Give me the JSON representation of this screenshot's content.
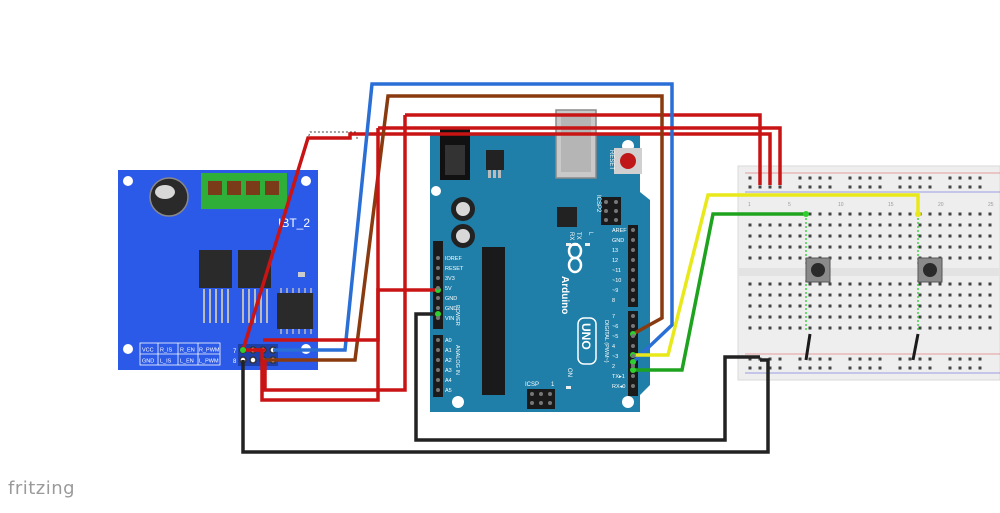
{
  "brand": {
    "name": "fritzing"
  },
  "driver": {
    "label": "IBT_2",
    "pin_labels_top": [
      "VCC",
      "R_IS",
      "R_EN",
      "R_PWM"
    ],
    "pin_labels_bottom": [
      "GND",
      "L_IS",
      "L_EN",
      "L_PWM"
    ],
    "pin_numbers": [
      "7",
      "8"
    ]
  },
  "arduino": {
    "brand_text": "Arduino",
    "model_text": "UNO",
    "reset_label": "RESET",
    "icsp2_label": "ICSP2",
    "icsp_label": "ICSP",
    "tx_label": "TX",
    "rx_label": "RX",
    "l_label": "L",
    "on_label": "ON",
    "digital_label": "DIGITAL (PWM~)",
    "power_label": "POWER",
    "analog_label": "ANALOG IN",
    "power_pins": [
      "IOREF",
      "RESET",
      "3V3",
      "5V",
      "GND",
      "GND",
      "VIN"
    ],
    "analog_pins": [
      "A0",
      "A1",
      "A2",
      "A3",
      "A4",
      "A5"
    ],
    "digital_pins_upper": [
      "AREF",
      "GND",
      "13",
      "12",
      "~11",
      "~10",
      "~9",
      "8"
    ],
    "digital_pins_lower": [
      "7",
      "~6",
      "~5",
      "4",
      "~3",
      "2",
      "TX▸1",
      "RX◂0"
    ],
    "icsp_pin_number": "1"
  },
  "breadboard": {
    "row_numbers": [
      "1",
      "5",
      "10",
      "15",
      "20",
      "25"
    ]
  },
  "colors": {
    "driver_board": "#2b59e8",
    "arduino_board": "#1f7fa8",
    "wire_red": "#c81414",
    "wire_blue": "#2a6fd6",
    "wire_brown": "#8a3a0f",
    "wire_yellow": "#e8e81a",
    "wire_green": "#1ea31e",
    "wire_black": "#222222"
  }
}
